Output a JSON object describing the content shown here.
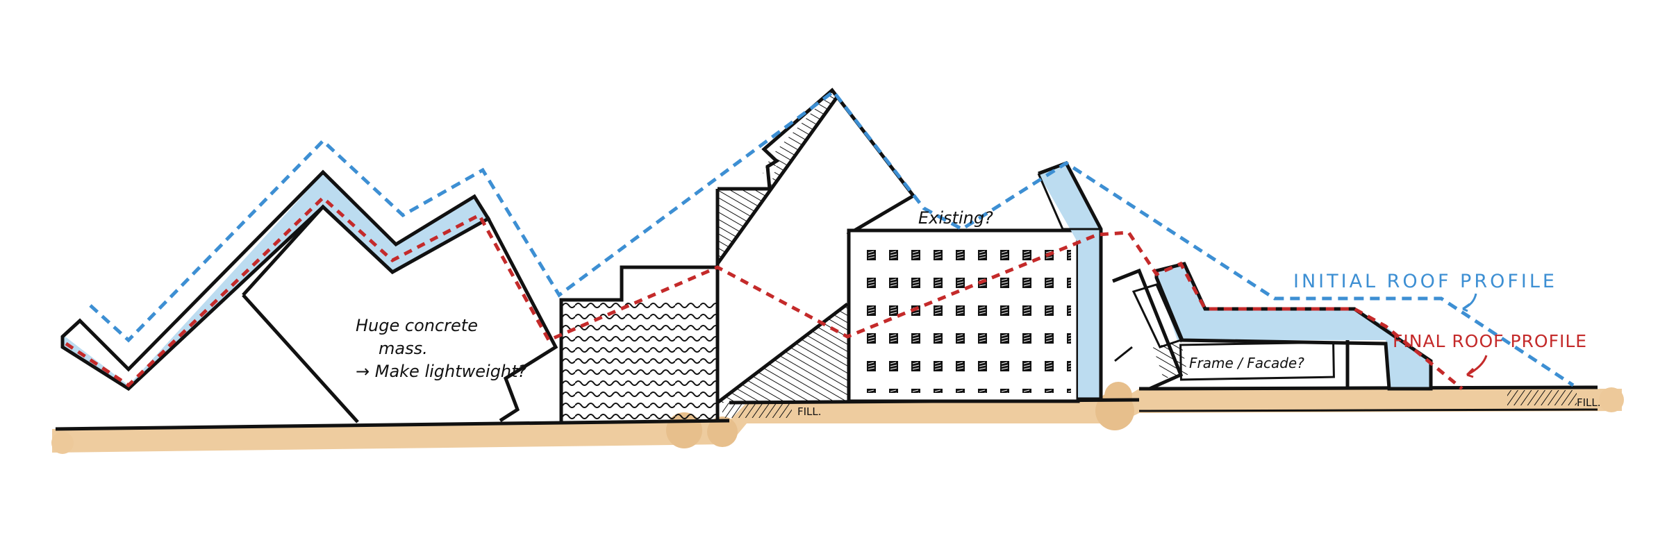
{
  "labels": {
    "initial_roof": "INITIAL ROOF PROFILE",
    "final_roof": "FINAL ROOF PROFILE",
    "existing": "Existing?",
    "concrete_line1": "Huge concrete",
    "concrete_line2": "mass.",
    "concrete_line3": "→ Make lightweight?",
    "frame": "Frame / Facade?",
    "fill_1": "FILL.",
    "fill_2": "FILL."
  },
  "colors": {
    "initial_roof": "#3d8fd3",
    "final_roof": "#c42a2a",
    "roof_fill": "#bcdcf0",
    "ground": "#edc99a",
    "ink": "#111111"
  }
}
